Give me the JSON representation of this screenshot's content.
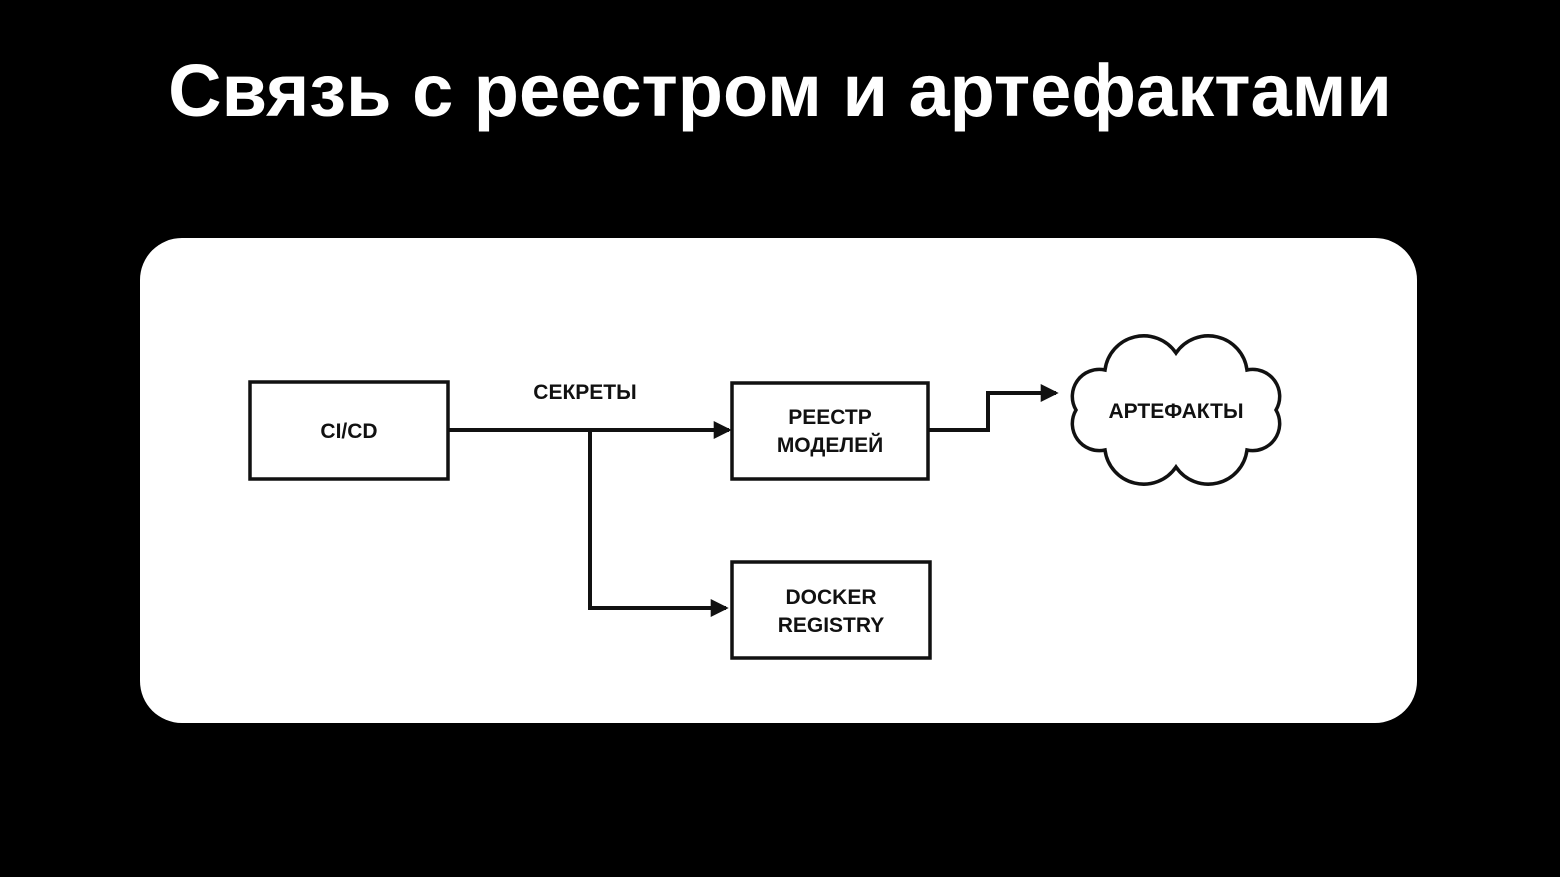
{
  "slide": {
    "title": "Связь с реестром и артефактами"
  },
  "colors": {
    "background": "#000000",
    "panel": "#ffffff",
    "stroke": "#111111",
    "title_text": "#ffffff"
  },
  "diagram": {
    "nodes": {
      "cicd": {
        "label": "CI/CD"
      },
      "model_registry": {
        "line1": "РЕЕСТР",
        "line2": "МОДЕЛЕЙ"
      },
      "docker_registry": {
        "line1": "DOCKER",
        "line2": "REGISTRY"
      },
      "artifacts": {
        "label": "АРТЕФАКТЫ"
      }
    },
    "edge_labels": {
      "secrets": "СЕКРЕТЫ"
    }
  }
}
